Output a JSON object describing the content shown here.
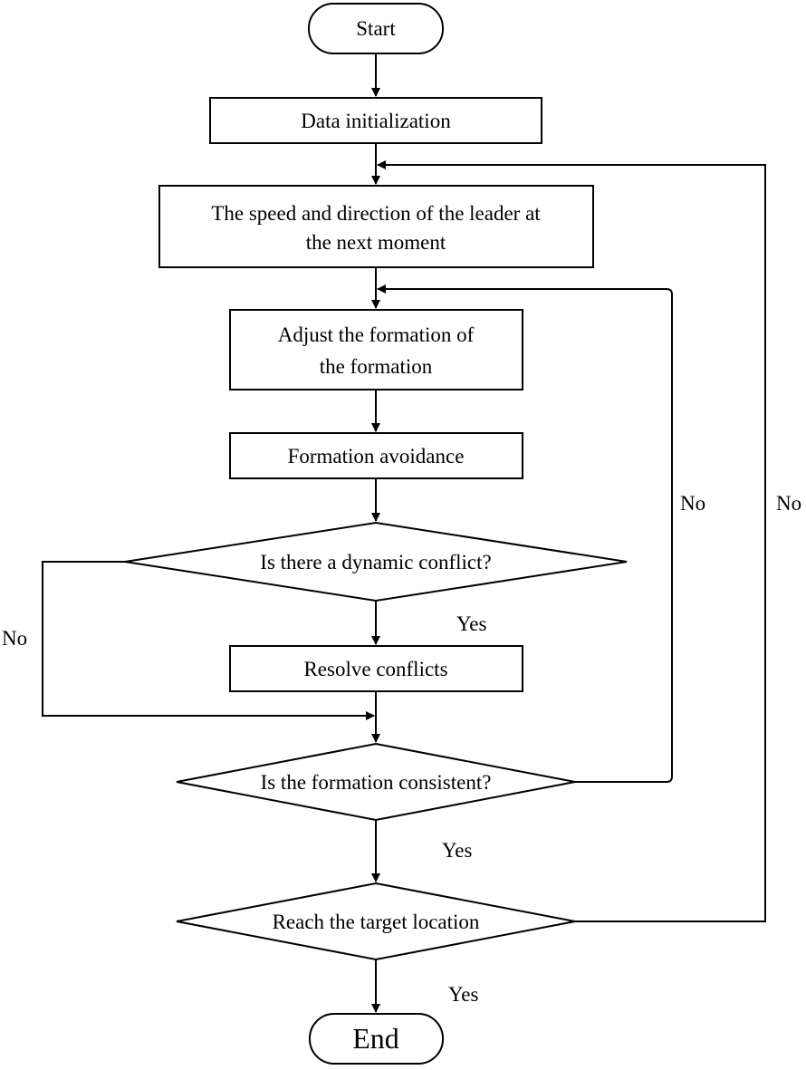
{
  "diagram": {
    "nodes": {
      "start": "Start",
      "data_init": "Data initialization",
      "leader_line1": "The speed and direction of the leader at",
      "leader_line2": "the next moment",
      "adjust_line1": "Adjust the formation of",
      "adjust_line2": "the formation",
      "avoidance": "Formation avoidance",
      "conflict_decision": "Is there a dynamic conflict?",
      "resolve": "Resolve conflicts",
      "consistent_decision": "Is the formation consistent?",
      "target_decision": "Reach the target location",
      "end": "End"
    },
    "edge_labels": {
      "conflict_yes": "Yes",
      "conflict_no": "No",
      "consistent_yes": "Yes",
      "consistent_no": "No",
      "target_yes": "Yes",
      "target_no": "No"
    }
  }
}
